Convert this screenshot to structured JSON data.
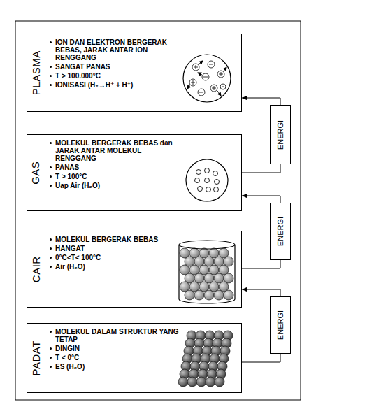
{
  "diagram": {
    "nodes": [
      {
        "text": [
          "PLASMA",
          "ION DAN ELEKTRON BERGERAK BEBAS, JARAK ANTAR ION RENGGANG",
          "SANGAT PANAS",
          "T > 100.000°C",
          "IONISASI (H₂→H⁺ + H⁺)"
        ]
      },
      {
        "text": [
          "GAS",
          "MOLEKUL BERGERAK BEBAS dan JARAK ANTAR MOLEKUL RENGGANG",
          "PANAS",
          "T > 100°C",
          "Uap Air (H₂O)"
        ]
      },
      {
        "text": [
          "CAIR",
          "MOLEKUL BERGERAK BEBAS",
          "HANGAT",
          "0°C<T< 100°C",
          "Air (H₂O)"
        ]
      },
      {
        "text": [
          "PADAT",
          "MOLEKUL DALAM STRUKTUR YANG TETAP",
          "DINGIN",
          "T < 0°C",
          "ES (H₂O)"
        ]
      },
      {
        "text": [
          "ENERGI"
        ]
      },
      {
        "text": [
          "ENERGI"
        ]
      },
      {
        "text": [
          "ENERGI"
        ]
      }
    ],
    "edges": [
      {
        "from": 3,
        "to": 6,
        "arrow": "none"
      },
      {
        "from": 6,
        "to": 2,
        "arrow": "to"
      },
      {
        "from": 2,
        "to": 5,
        "arrow": "none"
      },
      {
        "from": 5,
        "to": 1,
        "arrow": "to"
      },
      {
        "from": 1,
        "to": 4,
        "arrow": "none"
      },
      {
        "from": 4,
        "to": 0,
        "arrow": "to"
      }
    ]
  }
}
